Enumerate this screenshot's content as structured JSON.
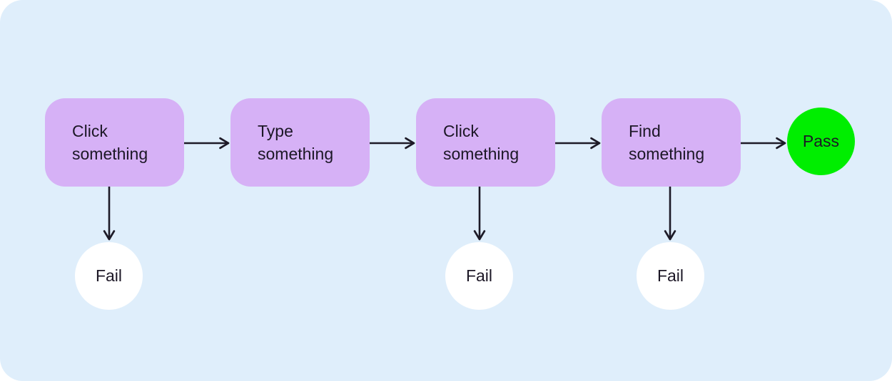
{
  "diagram": {
    "type": "flowchart",
    "colors": {
      "panel_background": "#dfeefb",
      "step_fill": "#d6b1f6",
      "pass_fill": "#00ee00",
      "fail_fill": "#ffffff",
      "arrow": "#1d1a27",
      "text": "#1c1726"
    },
    "nodes": [
      {
        "id": "step-1",
        "label": "Click something",
        "shape": "rounded-rect"
      },
      {
        "id": "step-2",
        "label": "Type something",
        "shape": "rounded-rect"
      },
      {
        "id": "step-3",
        "label": "Click something",
        "shape": "rounded-rect"
      },
      {
        "id": "step-4",
        "label": "Find something",
        "shape": "rounded-rect"
      },
      {
        "id": "pass",
        "label": "Pass",
        "shape": "circle",
        "meaning": "success-end"
      },
      {
        "id": "fail-1",
        "label": "Fail",
        "shape": "circle",
        "meaning": "failure-end"
      },
      {
        "id": "fail-2",
        "label": "Fail",
        "shape": "circle",
        "meaning": "failure-end"
      },
      {
        "id": "fail-3",
        "label": "Fail",
        "shape": "circle",
        "meaning": "failure-end"
      }
    ],
    "edges": [
      {
        "from": "step-1",
        "to": "step-2",
        "direction": "right"
      },
      {
        "from": "step-2",
        "to": "step-3",
        "direction": "right"
      },
      {
        "from": "step-3",
        "to": "step-4",
        "direction": "right"
      },
      {
        "from": "step-4",
        "to": "pass",
        "direction": "right"
      },
      {
        "from": "step-1",
        "to": "fail-1",
        "direction": "down"
      },
      {
        "from": "step-3",
        "to": "fail-2",
        "direction": "down"
      },
      {
        "from": "step-4",
        "to": "fail-3",
        "direction": "down"
      }
    ]
  }
}
